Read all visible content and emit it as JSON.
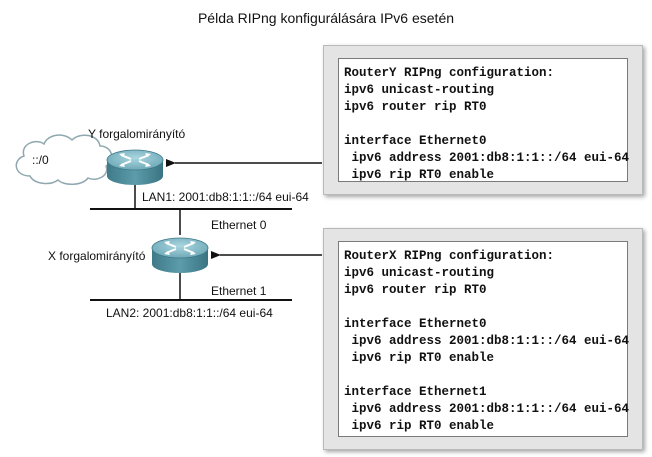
{
  "title": "Példa RIPng konfigurálására IPv6 esetén",
  "cloud_label": "::/0",
  "router_y": {
    "name": "Y forgalomirányító"
  },
  "router_x": {
    "name": "X forgalomirányító"
  },
  "lan1_label": "LAN1: 2001:db8:1:1::/64 eui-64",
  "lan2_label": "LAN2: 2001:db8:1:1::/64 eui-64",
  "eth0_label": "Ethernet 0",
  "eth1_label": "Ethernet 1",
  "config_y": [
    "RouterY RIPng configuration:",
    "ipv6 unicast-routing",
    "ipv6 router rip RT0",
    "",
    "interface Ethernet0",
    " ipv6 address 2001:db8:1:1::/64 eui-64",
    " ipv6 rip RT0 enable"
  ],
  "config_x": [
    "RouterX RIPng configuration:",
    "ipv6 unicast-routing",
    "ipv6 router rip RT0",
    "",
    "interface Ethernet0",
    " ipv6 address 2001:db8:1:1::/64 eui-64",
    " ipv6 rip RT0 enable",
    "",
    "interface Ethernet1",
    " ipv6 address 2001:db8:1:1::/64 eui-64",
    " ipv6 rip RT0 enable"
  ],
  "colors": {
    "router_body": "#4f8f9e",
    "router_top": "#8fc3cf",
    "cloud_stroke": "#8fa8b0",
    "line": "#111111"
  },
  "icons": {
    "router": "router-icon",
    "cloud": "cloud-icon",
    "arrow": "arrow-icon"
  }
}
